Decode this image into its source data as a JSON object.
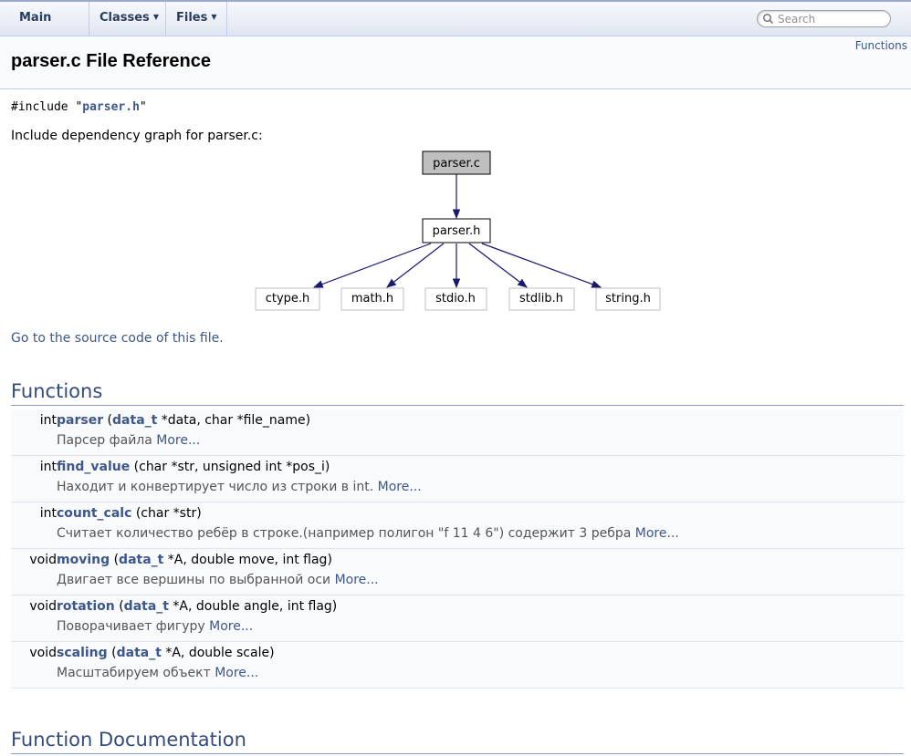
{
  "nav": {
    "items": [
      {
        "label": "Main Page"
      },
      {
        "label": "Classes"
      },
      {
        "label": "Files"
      }
    ],
    "search_placeholder": "Search"
  },
  "header": {
    "summary_link": "Functions",
    "title": "parser.c File Reference"
  },
  "include": {
    "prefix": "#include \"",
    "file": "parser.h",
    "suffix": "\""
  },
  "dependency": {
    "label": "Include dependency graph for parser.c:",
    "root": "parser.c",
    "mid": "parser.h",
    "leaves": [
      "ctype.h",
      "math.h",
      "stdio.h",
      "stdlib.h",
      "string.h"
    ],
    "colors": {
      "root_fill": "#bfbfbf",
      "edge": "#191970"
    }
  },
  "source_link": "Go to the source code of this file.",
  "functions_heading": "Functions",
  "functions": [
    {
      "type": "int",
      "name": "parser",
      "open": " (",
      "typelink": "data_t",
      "args": " *data, char *file_name)",
      "desc": "Парсер файла ",
      "more": "More..."
    },
    {
      "type": "int",
      "name": "find_value",
      "open": " (char *str, unsigned int *pos_i)",
      "typelink": "",
      "args": "",
      "desc": "Находит и конвертирует число из строки в int. ",
      "more": "More..."
    },
    {
      "type": "int",
      "name": "count_calc",
      "open": " (char *str)",
      "typelink": "",
      "args": "",
      "desc": "Считает количество ребёр в строке.(например полигон \"f 11 4 6\") содержит 3 ребра ",
      "more": "More..."
    },
    {
      "type": "void",
      "name": "moving",
      "open": " (",
      "typelink": "data_t",
      "args": " *A, double move, int flag)",
      "desc": "Двигает все вершины по выбранной оси ",
      "more": "More..."
    },
    {
      "type": "void",
      "name": "rotation",
      "open": " (",
      "typelink": "data_t",
      "args": " *A, double angle, int flag)",
      "desc": "Поворачивает фигуру ",
      "more": "More..."
    },
    {
      "type": "void",
      "name": "scaling",
      "open": " (",
      "typelink": "data_t",
      "args": " *A, double scale)",
      "desc": "Масштабируем объект ",
      "more": "More..."
    }
  ],
  "doc_heading": "Function Documentation"
}
